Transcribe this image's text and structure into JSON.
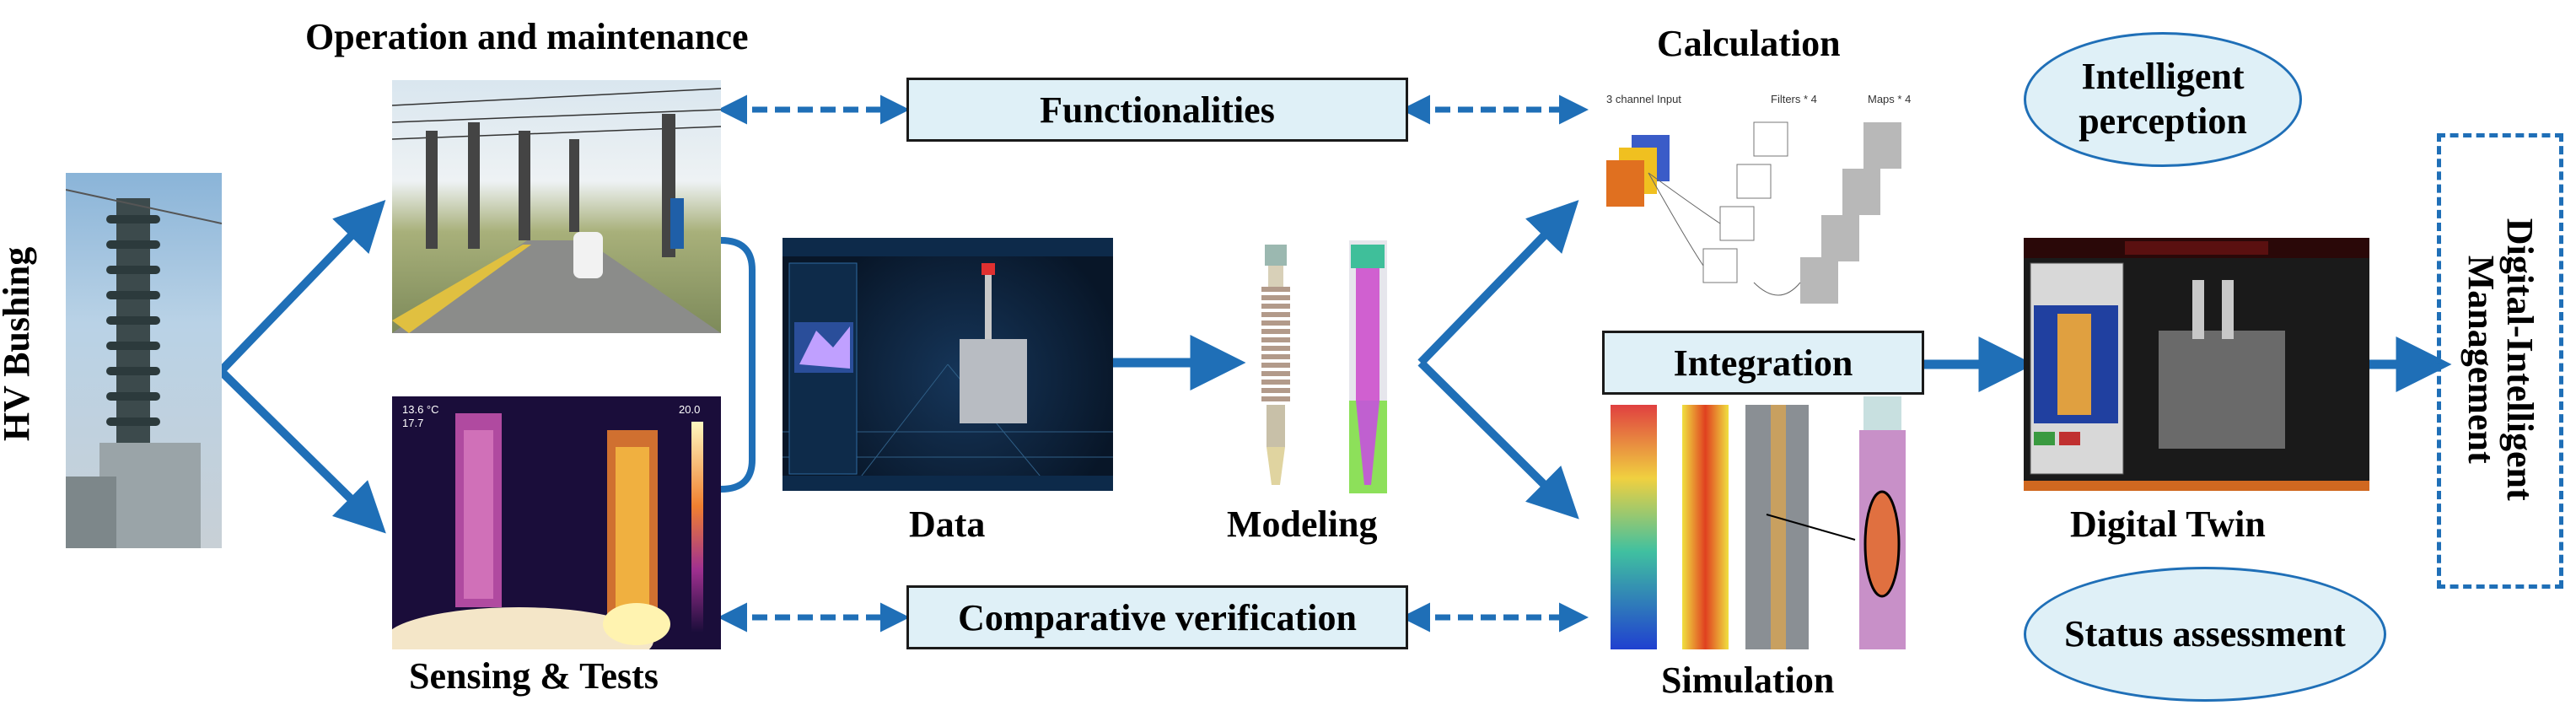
{
  "labels": {
    "hv_bushing": "HV Bushing",
    "operation": "Operation and maintenance",
    "sensing": "Sensing & Tests",
    "data": "Data",
    "modeling": "Modeling",
    "calculation": "Calculation",
    "simulation": "Simulation",
    "digital_twin": "Digital Twin",
    "digital_intelligent": "Digital-Intelligent\nManagement"
  },
  "boxes": {
    "functionalities": "Functionalities",
    "comparative": "Comparative verification",
    "integration": "Integration"
  },
  "ellipses": {
    "intelligent_perception": "Intelligent\nperception",
    "status_assessment": "Status assessment"
  },
  "cnn": {
    "input": "3 channel Input",
    "filters": "Filters * 4",
    "maps": "Maps * 4"
  },
  "thermal": {
    "t1": "13.6 °C",
    "t2": "17.7",
    "t3": "20.0"
  },
  "colors": {
    "arrow": "#1f6fb7",
    "box_fill": "#dff0f7"
  }
}
